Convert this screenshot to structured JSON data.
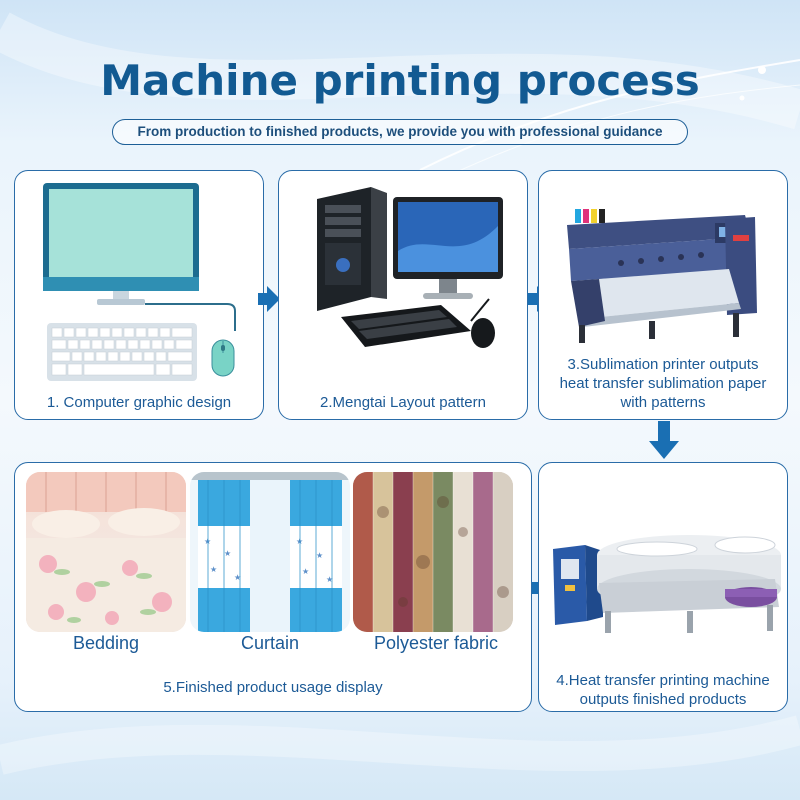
{
  "title": "Machine printing process",
  "subtitle": "From production to finished products, we provide you with professional guidance",
  "steps": [
    {
      "caption": "1. Computer graphic design"
    },
    {
      "caption": "2.Mengtai Layout pattern"
    },
    {
      "caption_lines": [
        "3.Sublimation printer outputs",
        "heat transfer sublimation paper",
        "with patterns"
      ]
    },
    {
      "caption_lines": [
        "4.Heat transfer printing machine",
        "outputs finished products"
      ]
    },
    {
      "caption": "5.Finished product usage display"
    }
  ],
  "products": [
    "Bedding",
    "Curtain",
    "Polyester fabric"
  ],
  "colors": {
    "primary": "#125a92",
    "border": "#2a6ca8",
    "arrow": "#1a6fb3",
    "caption": "#1c5a96"
  },
  "icons": [
    "computer-icon",
    "keyboard-icon",
    "mouse-icon",
    "desktop-pc-icon",
    "sublimation-printer-icon",
    "heat-press-machine-icon",
    "arrow-right-icon",
    "arrow-down-icon",
    "arrow-left-icon"
  ]
}
